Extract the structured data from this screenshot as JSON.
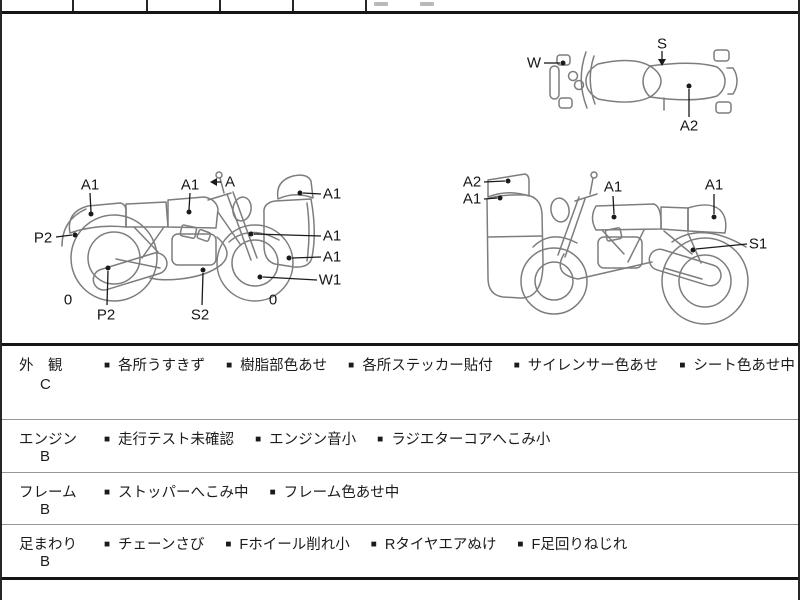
{
  "colors": {
    "frame_border": "#262626",
    "heavy_rule": "#151515",
    "row_divider": "#979797",
    "sketch_line": "#7d7d7d",
    "text": "#1b1b1b"
  },
  "diagram_labels": {
    "top_view": [
      "W",
      "S",
      "A2"
    ],
    "left_view": [
      "A1",
      "A1",
      "A",
      "A1",
      "P2",
      "A1",
      "A1",
      "W1",
      "0",
      "P2",
      "S2",
      "0"
    ],
    "right_view": [
      "A2",
      "A1",
      "A1",
      "A1",
      "S1"
    ]
  },
  "condition_table": {
    "bullet": "■",
    "rows": [
      {
        "category": "外　観",
        "grade": "C",
        "items": [
          "各所うすきず",
          "樹脂部色あせ",
          "各所ステッカー貼付",
          "サイレンサー色あせ",
          "シート色あせ中"
        ]
      },
      {
        "category": "エンジン",
        "grade": "B",
        "items": [
          "走行テスト未確認",
          "エンジン音小",
          "ラジエターコアへこみ小"
        ]
      },
      {
        "category": "フレーム",
        "grade": "B",
        "items": [
          "ストッパーへこみ中",
          "フレーム色あせ中"
        ]
      },
      {
        "category": "足まわり",
        "grade": "B",
        "items": [
          "チェーンさび",
          "Fホイール削れ小",
          "Rタイヤエアぬけ",
          "F足回りねじれ"
        ]
      }
    ]
  }
}
